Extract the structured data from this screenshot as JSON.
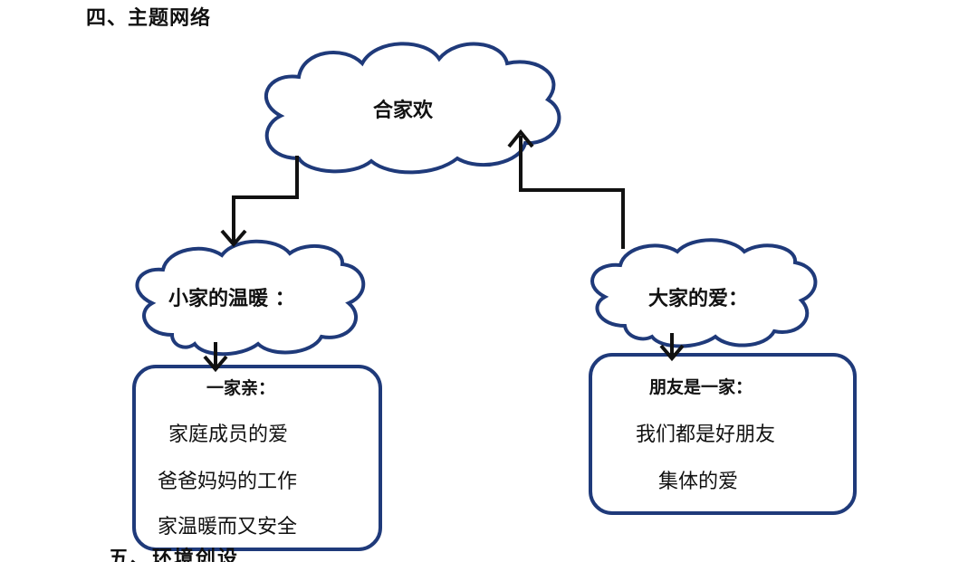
{
  "heading": "四、主题网络",
  "next_heading_partial": "五、环境创设",
  "center": {
    "label": "合家欢"
  },
  "left_branch": {
    "label": "小家的温暖 ：",
    "box": {
      "title": "一家亲：",
      "items": [
        "家庭成员的爱",
        "爸爸妈妈的工作",
        "家温暖而又安全"
      ]
    }
  },
  "right_branch": {
    "label": "大家的爱：",
    "box": {
      "title": "朋友是一家：",
      "items": [
        "我们都是好朋友",
        "集体的爱"
      ]
    }
  },
  "colors": {
    "outline": "#1f3a7a",
    "arrow": "#111111",
    "background": "#ffffff"
  }
}
